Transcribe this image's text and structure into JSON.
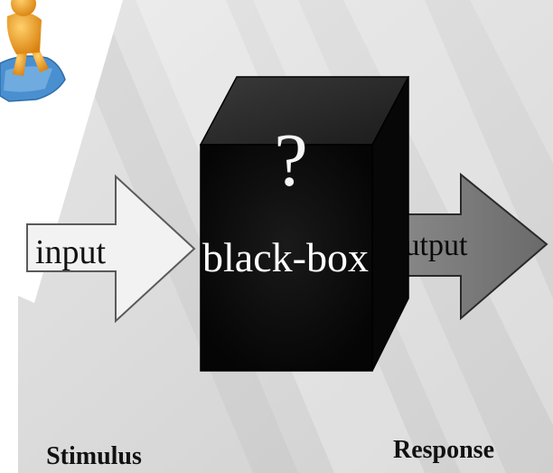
{
  "diagram": {
    "box_label": "black-box",
    "box_symbol": "?",
    "input_label": "input",
    "output_label": "output",
    "stimulus_caption": "Stimulus",
    "response_caption": "Response"
  },
  "colors": {
    "background": "#d4d4d4",
    "box_front": "#0d0d0d",
    "box_top": "#2a2a2a",
    "box_side": "#050505",
    "input_arrow": "#f2f2f2",
    "output_arrow": "#7a7a7a",
    "figure": "#e59a1c",
    "puzzle": "#4a8fd0"
  },
  "icons": [
    "person-on-puzzle-clipart"
  ]
}
